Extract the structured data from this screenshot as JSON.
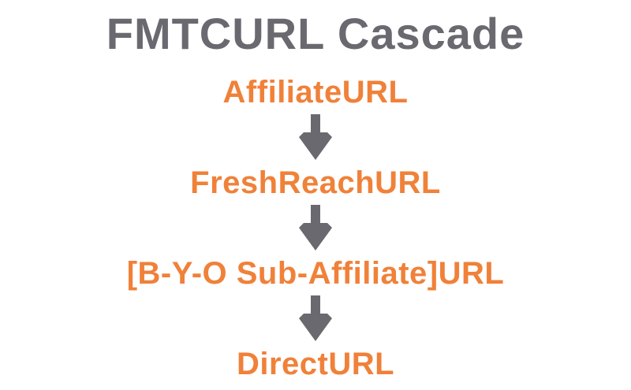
{
  "title": "FMTCURL Cascade",
  "colors": {
    "orange": "#F08139",
    "gray": "#6B6970"
  },
  "cascade": {
    "steps": [
      {
        "label": "AffiliateURL"
      },
      {
        "label": "FreshReachURL"
      },
      {
        "label": "[B-Y-O Sub-Affiliate]URL"
      },
      {
        "label": "DirectURL"
      }
    ],
    "arrow_icon": "down-arrow"
  }
}
